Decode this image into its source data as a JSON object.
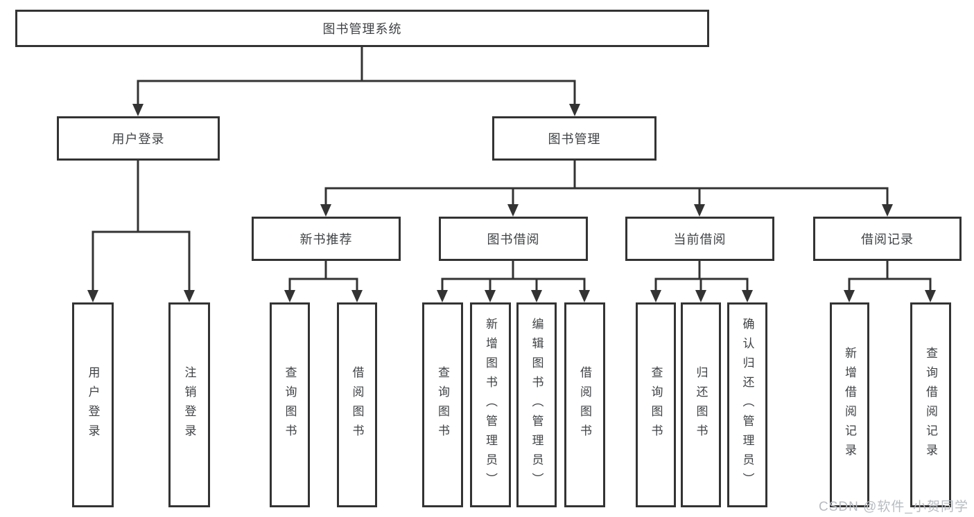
{
  "tree": {
    "label": "图书管理系统",
    "children": [
      {
        "label": "用户登录",
        "children": [
          {
            "label": "用户登录"
          },
          {
            "label": "注销登录"
          }
        ]
      },
      {
        "label": "图书管理",
        "children": [
          {
            "label": "新书推荐",
            "children": [
              {
                "label": "查询图书"
              },
              {
                "label": "借阅图书"
              }
            ]
          },
          {
            "label": "图书借阅",
            "children": [
              {
                "label": "查询图书"
              },
              {
                "label": "新增图书（管理员）"
              },
              {
                "label": "编辑图书（管理员）"
              },
              {
                "label": "借阅图书"
              }
            ]
          },
          {
            "label": "当前借阅",
            "children": [
              {
                "label": "查询图书"
              },
              {
                "label": "归还图书"
              },
              {
                "label": "确认归还（管理员）"
              }
            ]
          },
          {
            "label": "借阅记录",
            "children": [
              {
                "label": "新增借阅记录"
              },
              {
                "label": "查询借阅记录"
              }
            ]
          }
        ]
      }
    ]
  },
  "watermark": "CSDN @软件_小贺同学",
  "colors": {
    "line": "#333333",
    "box_border": "#333333",
    "text": "#3f4245",
    "watermark": "#b7bcc1",
    "background": "#ffffff"
  }
}
